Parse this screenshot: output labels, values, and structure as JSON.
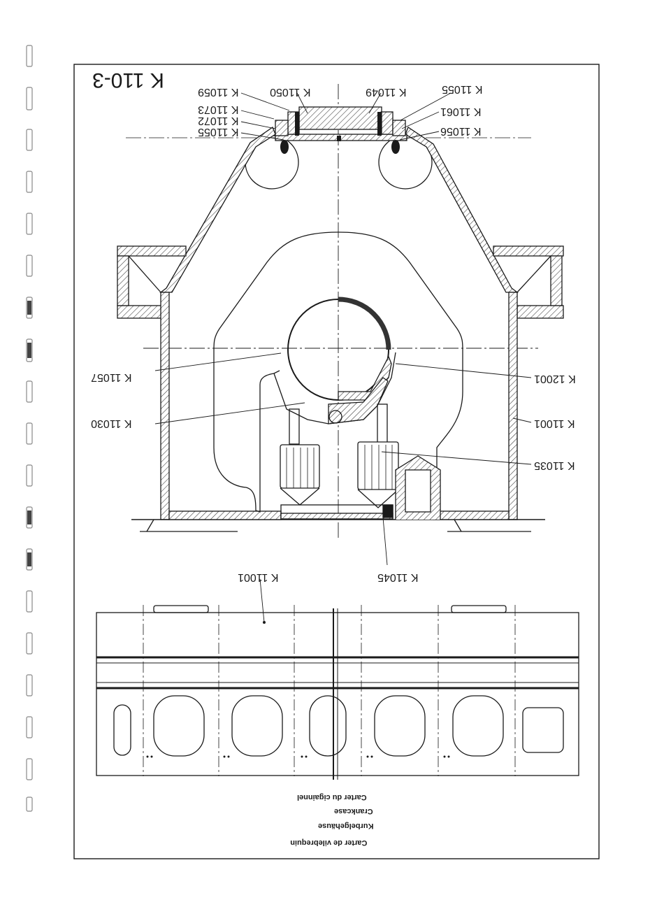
{
  "sheet": {
    "id": "K 110-3"
  },
  "labels": {
    "k11059": "K 11059",
    "k11050": "K 11050",
    "k11049": "K 11049",
    "k11055_top": "K 11055",
    "k11073": "K 11073",
    "k11072": "K 11072",
    "k11055_left": "K 11055",
    "k11061": "K 11061",
    "k11056": "K 11056",
    "k11057": "K 11057",
    "k12001": "K 12001",
    "k11030": "K 11030",
    "k11001_side": "K 11001",
    "k11035": "K 11035",
    "k11045": "K 11045",
    "k11001_bottom": "K 11001"
  },
  "captions": [
    "Carter du cigainnel",
    "Crankcase",
    "Kurbelgehäuse",
    "Carter de vilebrequin"
  ],
  "colors": {
    "ink": "#1a1a1a",
    "paper": "#ffffff",
    "hatch": "#333333"
  }
}
